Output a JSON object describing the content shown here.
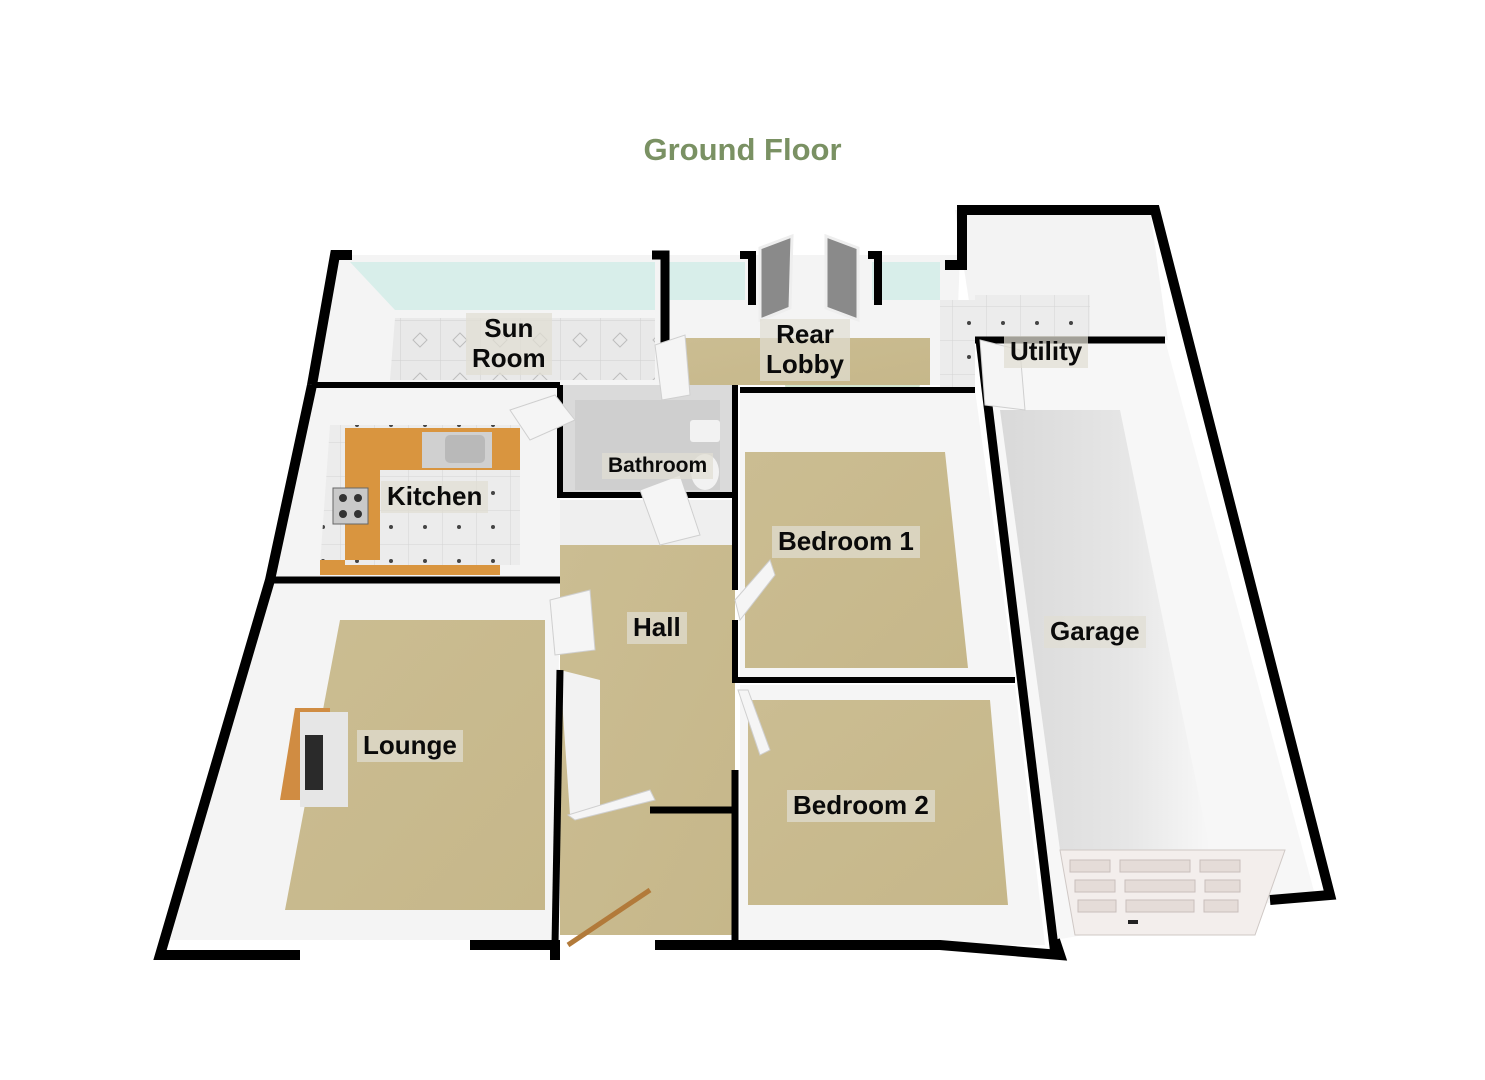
{
  "plan": {
    "title": "Ground Floor",
    "title_color": "#7a9163",
    "rooms": [
      {
        "name": "Sun Room",
        "line1": "Sun",
        "line2": "Room",
        "floor": "tile"
      },
      {
        "name": "Rear Lobby",
        "line1": "Rear",
        "line2": "Lobby",
        "floor": "carpet"
      },
      {
        "name": "Utility",
        "floor": "tile"
      },
      {
        "name": "Kitchen",
        "floor": "tile"
      },
      {
        "name": "Bathroom",
        "floor": "tile"
      },
      {
        "name": "Bedroom 1",
        "floor": "carpet"
      },
      {
        "name": "Garage",
        "floor": "concrete"
      },
      {
        "name": "Hall",
        "floor": "carpet"
      },
      {
        "name": "Lounge",
        "floor": "carpet"
      },
      {
        "name": "Bedroom 2",
        "floor": "carpet"
      }
    ],
    "colors": {
      "wall": "#000000",
      "wall_face": "#f2f2f2",
      "carpet": "#cbbd90",
      "tile": "#e8e8e8",
      "concrete": "#dcdcdc",
      "worktop": "#d9953f",
      "glass": "#d6ede9"
    }
  }
}
